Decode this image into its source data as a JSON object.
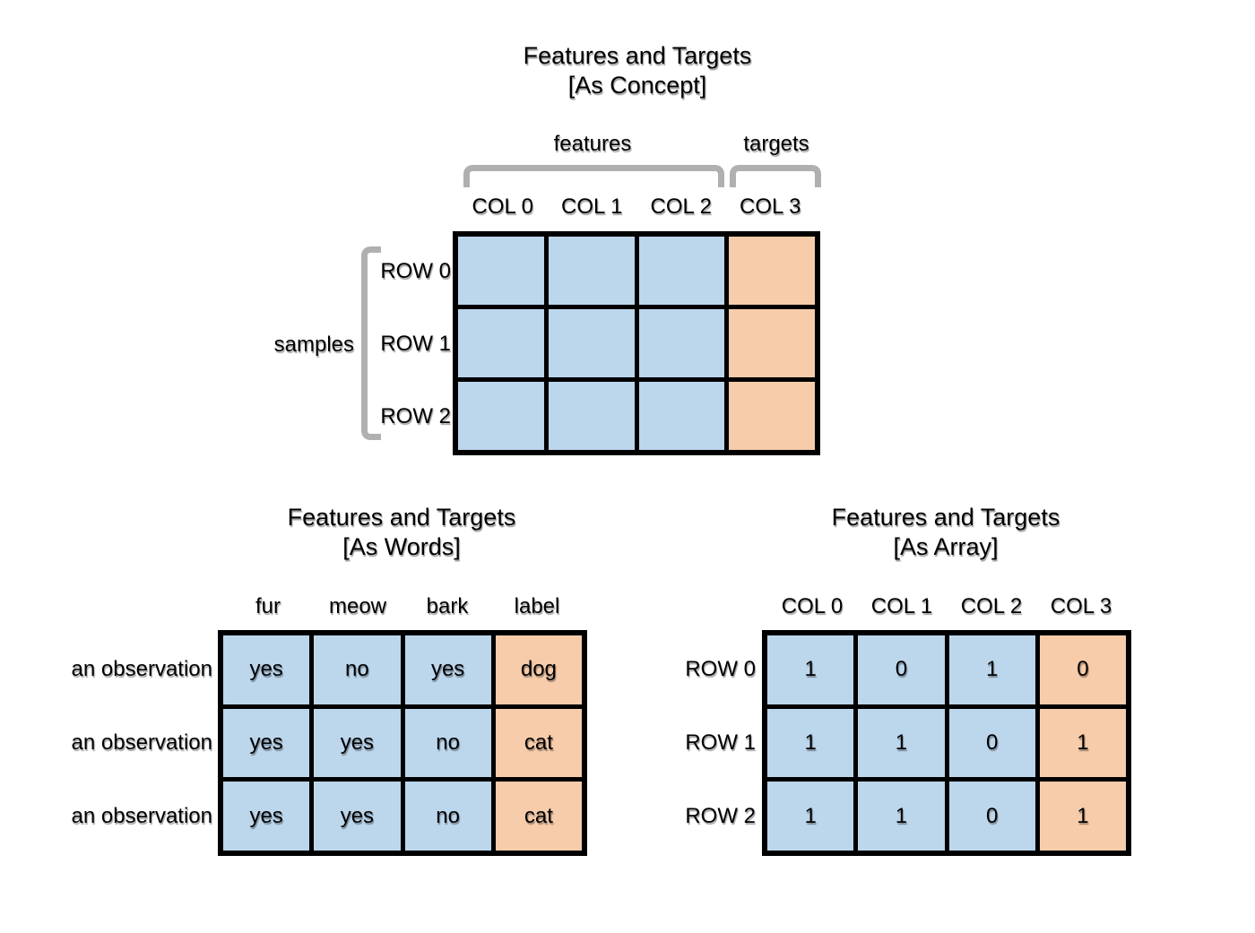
{
  "colors": {
    "feature_fill": "#BCD6EC",
    "target_fill": "#F6CCAB",
    "grid_border": "#000000",
    "bracket": "#B0B0B0"
  },
  "concept": {
    "title_line1": "Features and Targets",
    "title_line2": "[As Concept]",
    "features_label": "features",
    "targets_label": "targets",
    "samples_label": "samples",
    "col_headers": [
      "COL 0",
      "COL 1",
      "COL 2",
      "COL 3"
    ],
    "row_labels": [
      "ROW 0",
      "ROW 1",
      "ROW 2"
    ]
  },
  "words": {
    "title_line1": "Features and Targets",
    "title_line2": "[As Words]",
    "col_headers": [
      "fur",
      "meow",
      "bark",
      "label"
    ],
    "row_labels": [
      "an observation",
      "an observation",
      "an observation"
    ],
    "rows": [
      [
        "yes",
        "no",
        "yes",
        "dog"
      ],
      [
        "yes",
        "yes",
        "no",
        "cat"
      ],
      [
        "yes",
        "yes",
        "no",
        "cat"
      ]
    ]
  },
  "array": {
    "title_line1": "Features and Targets",
    "title_line2": "[As Array]",
    "col_headers": [
      "COL 0",
      "COL 1",
      "COL 2",
      "COL 3"
    ],
    "row_labels": [
      "ROW 0",
      "ROW 1",
      "ROW 2"
    ],
    "rows": [
      [
        "1",
        "0",
        "1",
        "0"
      ],
      [
        "1",
        "1",
        "0",
        "1"
      ],
      [
        "1",
        "1",
        "0",
        "1"
      ]
    ]
  }
}
